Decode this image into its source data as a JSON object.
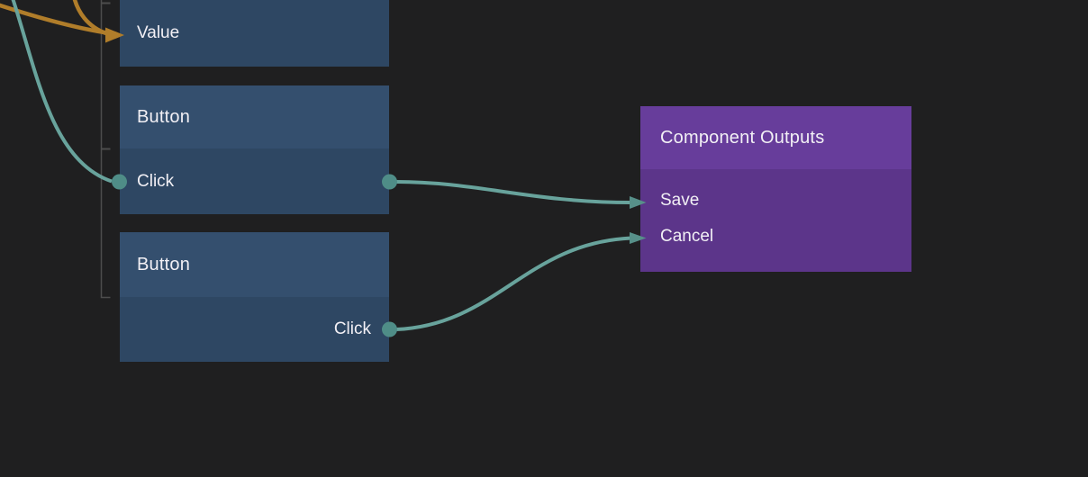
{
  "app": {
    "type": "visual-node-editor-canvas"
  },
  "canvas": {
    "background": "#1f1f20",
    "colors": {
      "node_blue_header": "#344f6e",
      "node_blue_body": "#2e4763",
      "node_purple_header": "#673d9b",
      "node_purple_body": "#5c358a",
      "wire_teal": "#68a39c",
      "wire_orange": "#b07d2a",
      "port_teal": "#4f8d87",
      "arrow_teal": "#579089",
      "hierarchy_line": "#4d4d4d",
      "text": "#f2f0f5"
    }
  },
  "nodes": {
    "value": {
      "title": "",
      "rows": [
        {
          "label": "Value",
          "direction": "input"
        }
      ]
    },
    "button1": {
      "title": "Button",
      "rows": [
        {
          "label": "Click",
          "direction": "output"
        }
      ]
    },
    "button2": {
      "title": "Button",
      "rows": [
        {
          "label": "Click",
          "direction": "output"
        }
      ]
    },
    "outputs": {
      "title": "Component Outputs",
      "rows": [
        {
          "label": "Save",
          "direction": "input"
        },
        {
          "label": "Cancel",
          "direction": "input"
        }
      ]
    }
  },
  "connections": [
    {
      "from": "offscreen-top-left",
      "to": "value.Value",
      "color": "orange",
      "count": 2
    },
    {
      "from": "offscreen-top-left",
      "to": "button1.Click",
      "color": "teal"
    },
    {
      "from": "button1.Click",
      "to": "outputs.Save",
      "color": "teal"
    },
    {
      "from": "button2.Click",
      "to": "outputs.Cancel",
      "color": "teal"
    }
  ]
}
